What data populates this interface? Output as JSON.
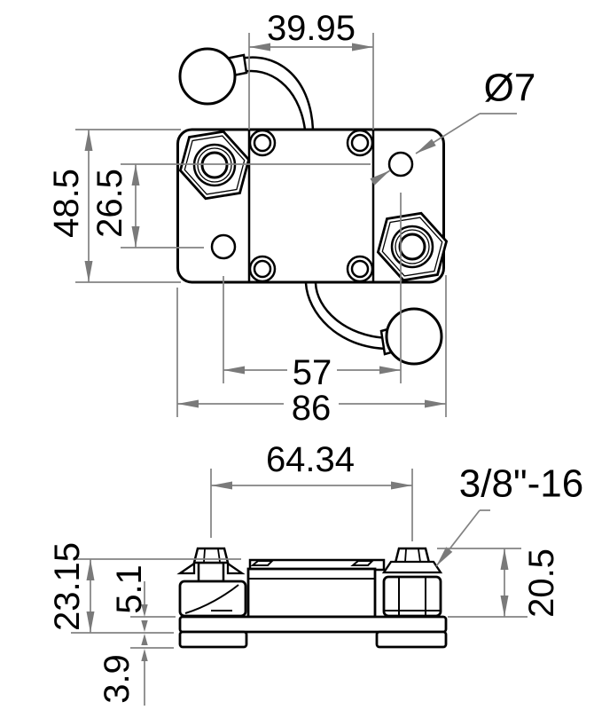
{
  "drawing": {
    "views": [
      "top view",
      "side view"
    ]
  },
  "colors": {
    "line": "#000000",
    "dimension": "#828282",
    "arrow": "#7a7a7a",
    "background": "#ffffff"
  },
  "top_view": {
    "dims": {
      "inner_width": "39.95",
      "hole_diameter": "Ø7",
      "overall_height": "48.5",
      "hole_offset_vertical": "26.5",
      "hole_spacing": "57",
      "overall_width": "86"
    }
  },
  "side_view": {
    "dims": {
      "stud_spacing": "64.34",
      "thread_callout": "3/8\"-16",
      "body_height": "23.15",
      "flange_thickness": "5.1",
      "foot_height": "3.9",
      "stud_height": "20.5"
    }
  }
}
